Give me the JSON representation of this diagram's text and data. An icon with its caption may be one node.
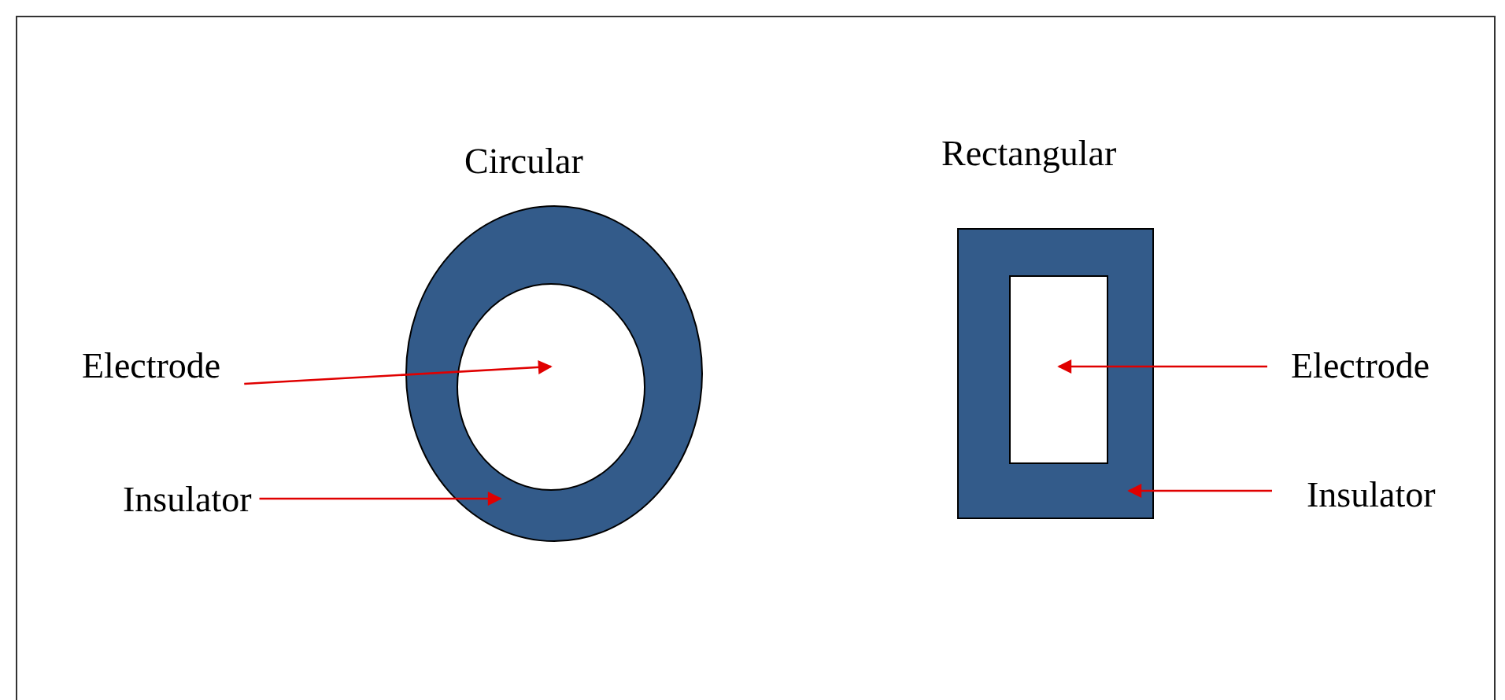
{
  "diagram": {
    "nodes": [
      {
        "text": [
          "Circular"
        ]
      },
      {
        "text": [],
        "shape": "circle",
        "in": 0
      },
      {
        "text": [
          "Electrode"
        ]
      },
      {
        "text": [
          "Insulator"
        ]
      },
      {
        "text": [
          "Rectangular"
        ]
      },
      {
        "text": [],
        "shape": "box",
        "in": 4
      },
      {
        "text": [
          "Electrode"
        ]
      },
      {
        "text": [
          "Insulator"
        ]
      }
    ],
    "edges": [
      {
        "from": 2,
        "to": 1,
        "arrow": "to"
      },
      {
        "from": 3,
        "to": 0,
        "arrow": "to"
      },
      {
        "from": 6,
        "to": 5,
        "arrow": "to"
      },
      {
        "from": 7,
        "to": 4,
        "arrow": "to"
      }
    ]
  }
}
